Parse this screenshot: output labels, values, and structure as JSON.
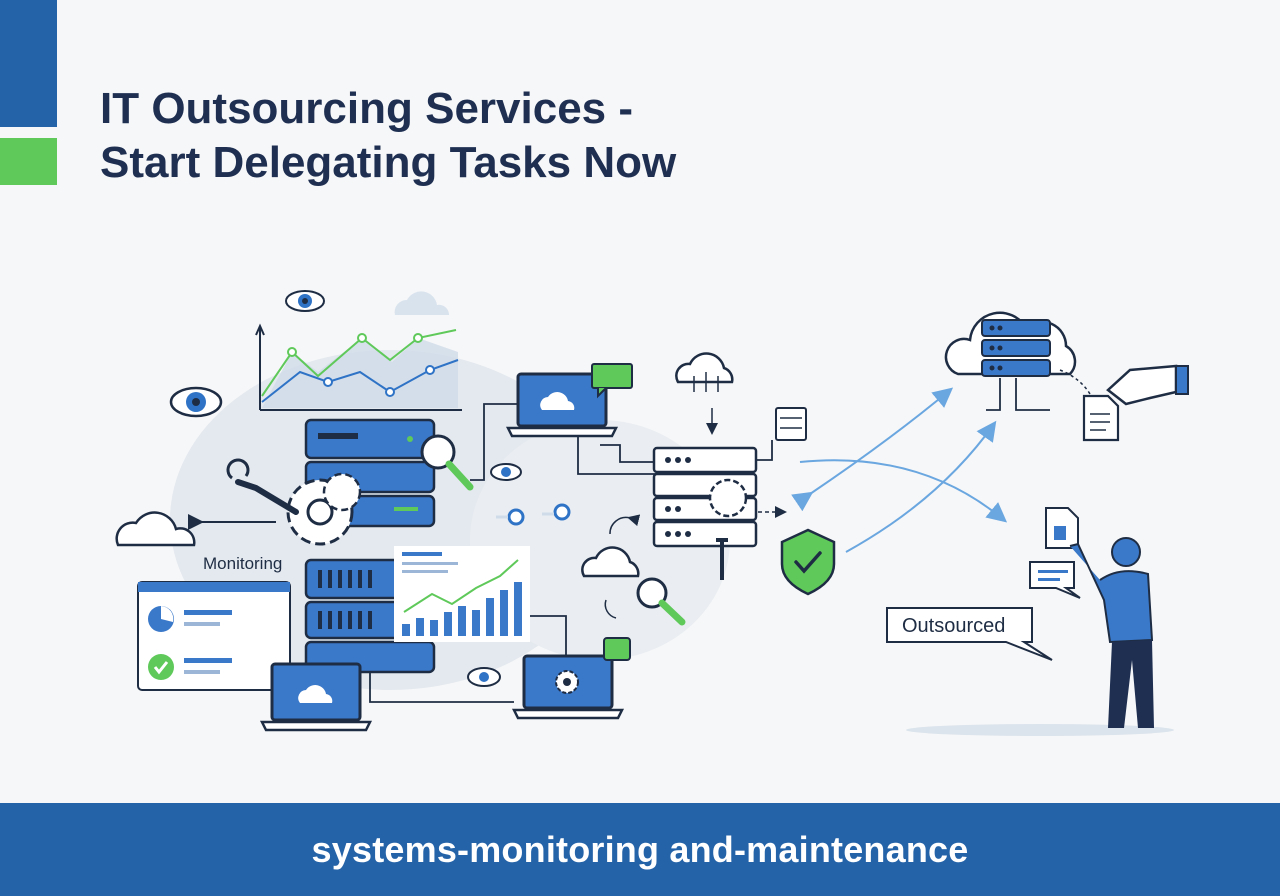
{
  "title": {
    "line1": "IT Outsourcing Services -",
    "line2": "Start Delegating Tasks Now"
  },
  "illustration": {
    "monitoring_label": "Monitoring",
    "outsourced_label": "Outsourced"
  },
  "footer": {
    "caption": "systems-monitoring and-maintenance"
  },
  "colors": {
    "brand_blue": "#2563a8",
    "accent_green": "#5fc95a",
    "title_navy": "#1e2f52",
    "ink": "#1f2d44"
  },
  "icons": [
    "eye-icon",
    "cloud-icon",
    "server-rack-icon",
    "magnifier-icon",
    "wrench-icon",
    "gear-icon",
    "laptop-icon",
    "shield-check-icon",
    "document-icon",
    "hand-icon",
    "person-icon",
    "chat-bubble-icon",
    "line-chart-icon",
    "bar-chart-icon"
  ]
}
